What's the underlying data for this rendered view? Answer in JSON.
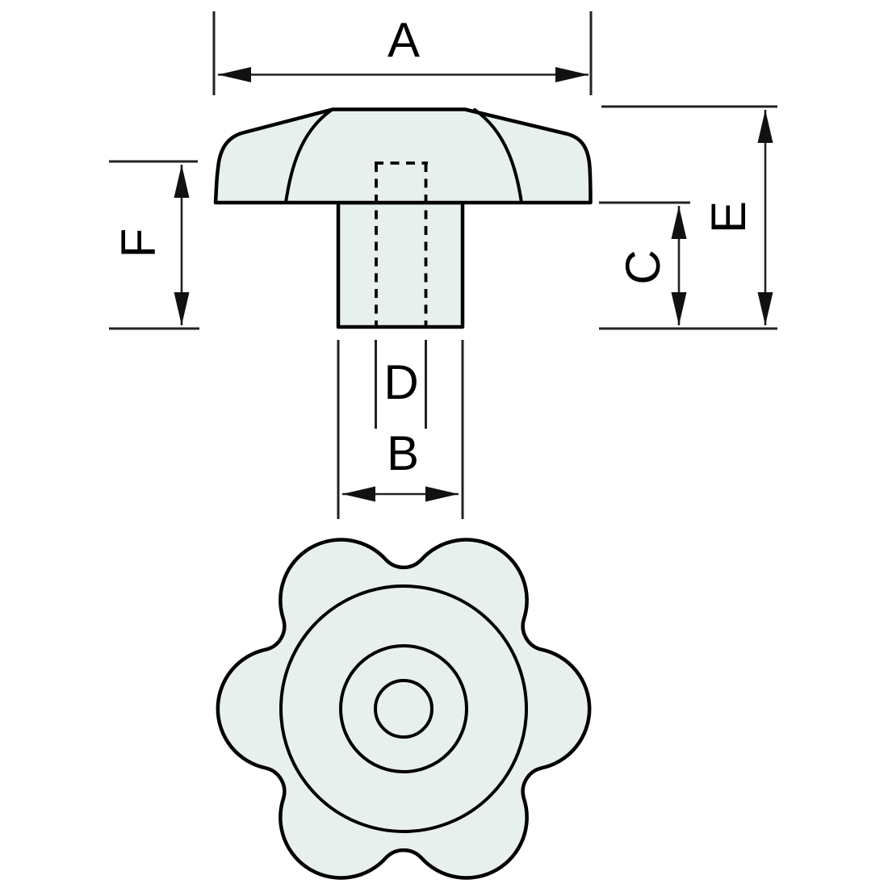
{
  "drawing": {
    "kind": "star-knob-dimension-diagram",
    "views": {
      "side_view": "knob-side-elevation-with-stem",
      "top_view": "six-lobed-star-knob-plan"
    }
  },
  "dims": {
    "a": "A",
    "b": "B",
    "c": "C",
    "d": "D",
    "e": "E",
    "f": "F"
  },
  "colors": {
    "bg": "#ffffff",
    "part-fill": "#e7f0ed",
    "line": "#000000",
    "dim-line": "#222222"
  }
}
